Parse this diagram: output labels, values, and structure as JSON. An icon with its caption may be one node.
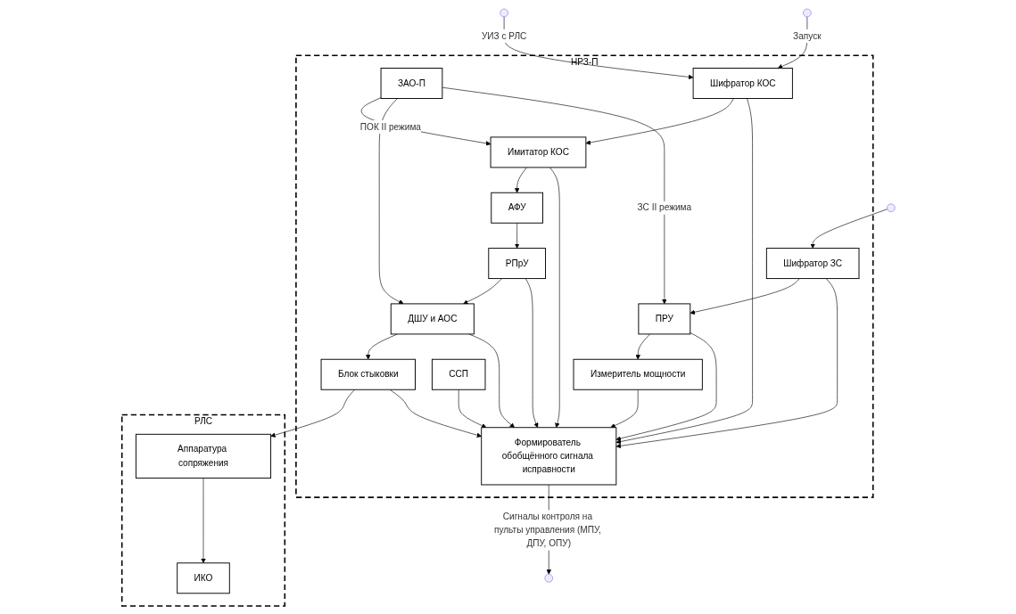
{
  "diagram": {
    "nodes": [
      {
        "text": [
          "НРЗ-П"
        ]
      },
      {
        "text": [
          "ЗАО-П"
        ],
        "in": 0
      },
      {
        "text": [
          "РЛС"
        ]
      },
      {
        "text": [
          "ИКО"
        ],
        "in": 2
      },
      {
        "text": [
          "Аппаратура сопряжения"
        ],
        "in": 2
      },
      {
        "text": [
          "Имитатор КОС"
        ],
        "in": 0
      },
      {
        "text": [
          "АФУ"
        ],
        "in": 0
      },
      {
        "text": [
          "РПрУ"
        ],
        "in": 0
      },
      {
        "text": [
          "ДШУ и АОС"
        ],
        "in": 0
      },
      {
        "text": [
          "Блок стыковки"
        ],
        "in": 0
      },
      {
        "text": [
          "Шифратор КОС"
        ],
        "in": 0
      },
      {
        "text": [
          "ССП"
        ],
        "in": 0
      },
      {
        "text": [
          "Измеритель мощности"
        ],
        "in": 0
      },
      {
        "text": [
          "ПРУ"
        ],
        "in": 0
      },
      {
        "text": [
          "Шифратор ЗС"
        ],
        "in": 0
      },
      {
        "text": [
          "Формирователь обобщённого сигнала исправности"
        ],
        "in": 0
      }
    ],
    "edges": [
      {
        "from": 1,
        "to": 5,
        "arrow": "to",
        "label": "ПОК II режима"
      },
      {
        "from": 1,
        "to": 8,
        "arrow": "to"
      },
      {
        "from": 1,
        "to": 13,
        "arrow": "to",
        "label": "ЗС II режима"
      },
      {
        "from": 4,
        "to": 3,
        "arrow": "to"
      },
      {
        "from": 5,
        "to": 6,
        "arrow": "to"
      },
      {
        "from": 6,
        "to": 7,
        "arrow": "to"
      },
      {
        "from": 7,
        "to": 8,
        "arrow": "to"
      },
      {
        "from": 8,
        "to": 9,
        "arrow": "to"
      },
      {
        "from": 9,
        "to": 4,
        "arrow": "to"
      },
      {
        "from": 10,
        "to": 5,
        "arrow": "to"
      },
      {
        "from": null,
        "to": 10,
        "arrow": "to",
        "label": "УИЗ с РЛС"
      },
      {
        "from": null,
        "to": 10,
        "arrow": "to",
        "label": "Запуск"
      },
      {
        "from": 13,
        "to": 12,
        "arrow": "to"
      },
      {
        "from": 14,
        "to": 13,
        "arrow": "to"
      },
      {
        "from": null,
        "to": 14,
        "arrow": "to"
      },
      {
        "from": 5,
        "to": 15,
        "arrow": "to"
      },
      {
        "from": 10,
        "to": 15,
        "arrow": "to"
      },
      {
        "from": 11,
        "to": 15,
        "arrow": "to"
      },
      {
        "from": 7,
        "to": 15,
        "arrow": "to"
      },
      {
        "from": 12,
        "to": 15,
        "arrow": "to"
      },
      {
        "from": 8,
        "to": 15,
        "arrow": "to"
      },
      {
        "from": 13,
        "to": 15,
        "arrow": "to"
      },
      {
        "from": 9,
        "to": 15,
        "arrow": "to"
      },
      {
        "from": 14,
        "to": 15,
        "arrow": "to"
      },
      {
        "from": 15,
        "to": null,
        "arrow": "to",
        "label": "Сигналы контроля на пульты управления (МПУ, ДПУ, ОПУ)"
      }
    ]
  }
}
